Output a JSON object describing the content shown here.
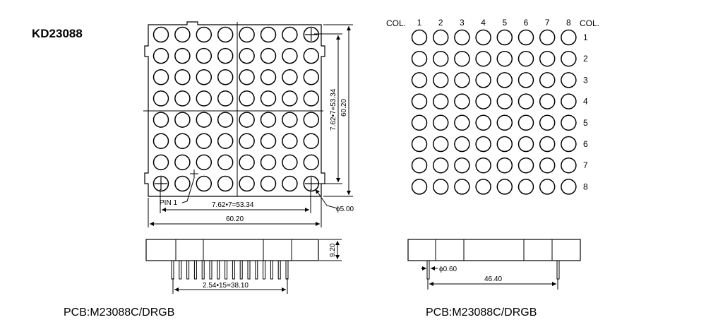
{
  "model": "KD23088",
  "front": {
    "pin1_label": "PIN 1",
    "pitch_h_label": "7.62•7=53.34",
    "pitch_v_label": "7.62•7=53.34",
    "width_label": "60.20",
    "height_label": "60.20",
    "hole_label": "ϕ5.00"
  },
  "side_left": {
    "thickness_label": "9.20",
    "pin_span_label": "2.54•15=38.10"
  },
  "schematic": {
    "col_label_left": "COL.",
    "col_label_right": "COL.",
    "columns": [
      "1",
      "2",
      "3",
      "4",
      "5",
      "6",
      "7",
      "8"
    ],
    "rows": [
      "1",
      "2",
      "3",
      "4",
      "5",
      "6",
      "7",
      "8"
    ]
  },
  "side_right": {
    "pin_diam_label": "ϕ0.60",
    "pin_span_label": "46.40"
  },
  "pcb_left": "PCB:M23088C/DRGB",
  "pcb_right": "PCB:M23088C/DRGB"
}
